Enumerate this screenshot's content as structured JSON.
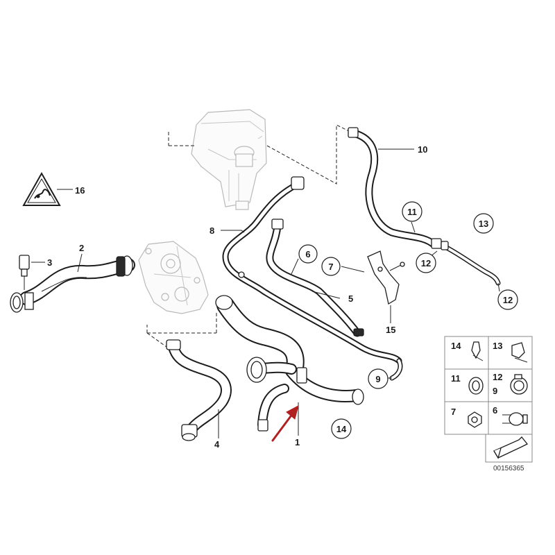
{
  "callouts": [
    {
      "id": "c1",
      "text": "1"
    },
    {
      "id": "c2",
      "text": "2"
    },
    {
      "id": "c3",
      "text": "3"
    },
    {
      "id": "c4",
      "text": "4"
    },
    {
      "id": "c5",
      "text": "5"
    },
    {
      "id": "c6",
      "text": "6"
    },
    {
      "id": "c7",
      "text": "7"
    },
    {
      "id": "c8",
      "text": "8"
    },
    {
      "id": "c9",
      "text": "9"
    },
    {
      "id": "c10",
      "text": "10"
    },
    {
      "id": "c11",
      "text": "11"
    },
    {
      "id": "c12a",
      "text": "12"
    },
    {
      "id": "c12b",
      "text": "12"
    },
    {
      "id": "c13",
      "text": "13"
    },
    {
      "id": "c14",
      "text": "14"
    },
    {
      "id": "c15",
      "text": "15"
    },
    {
      "id": "c16",
      "text": "16"
    }
  ],
  "legend": {
    "cells": [
      {
        "labels": [
          "14"
        ]
      },
      {
        "labels": [
          "13"
        ]
      },
      {
        "labels": [
          "11"
        ]
      },
      {
        "labels": [
          "12",
          "9"
        ]
      },
      {
        "labels": [
          "7"
        ]
      },
      {
        "labels": [
          "6"
        ]
      }
    ]
  },
  "reference_number": "00156365",
  "colors": {
    "line": "#1c1c1c",
    "ghost": "#b9b9b9",
    "arrow": "#b02020"
  },
  "icons": [
    "warning-triangle-icon",
    "direction-arrow-icon",
    "red-pointer-arrow-icon"
  ]
}
